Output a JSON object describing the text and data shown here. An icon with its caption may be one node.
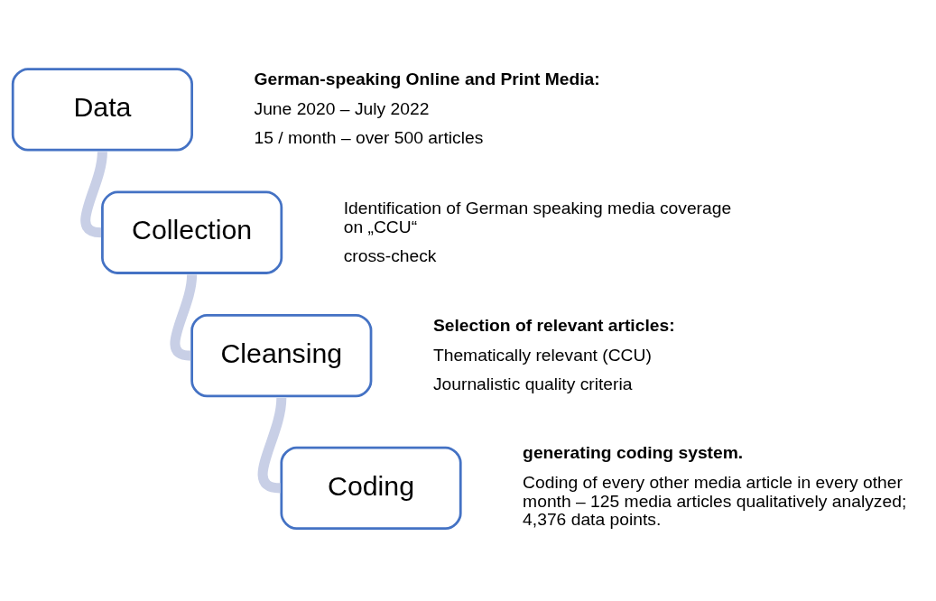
{
  "diagram": {
    "nodes": [
      {
        "text": [
          "Data"
        ],
        "beside": [
          "German-speaking Online and Print Media:",
          "June 2020 – July 2022",
          "15 / month – over 500 articles"
        ]
      },
      {
        "text": [
          "Collection"
        ],
        "beside": [
          "Identification of German speaking media coverage on „CCU“",
          "cross-check"
        ]
      },
      {
        "text": [
          "Cleansing"
        ],
        "beside": [
          "Selection of relevant articles:",
          "Thematically relevant (CCU)",
          "Journalistic quality criteria"
        ]
      },
      {
        "text": [
          "Coding"
        ],
        "beside": [
          "generating coding system.",
          "Coding of every other media article in every other month – 125 media articles qualitatively analyzed; 4,376 data points."
        ]
      }
    ],
    "edges": [
      {
        "from": 0,
        "to": 1,
        "arrow": "none"
      },
      {
        "from": 1,
        "to": 2,
        "arrow": "none"
      },
      {
        "from": 2,
        "to": 3,
        "arrow": "none"
      }
    ]
  }
}
